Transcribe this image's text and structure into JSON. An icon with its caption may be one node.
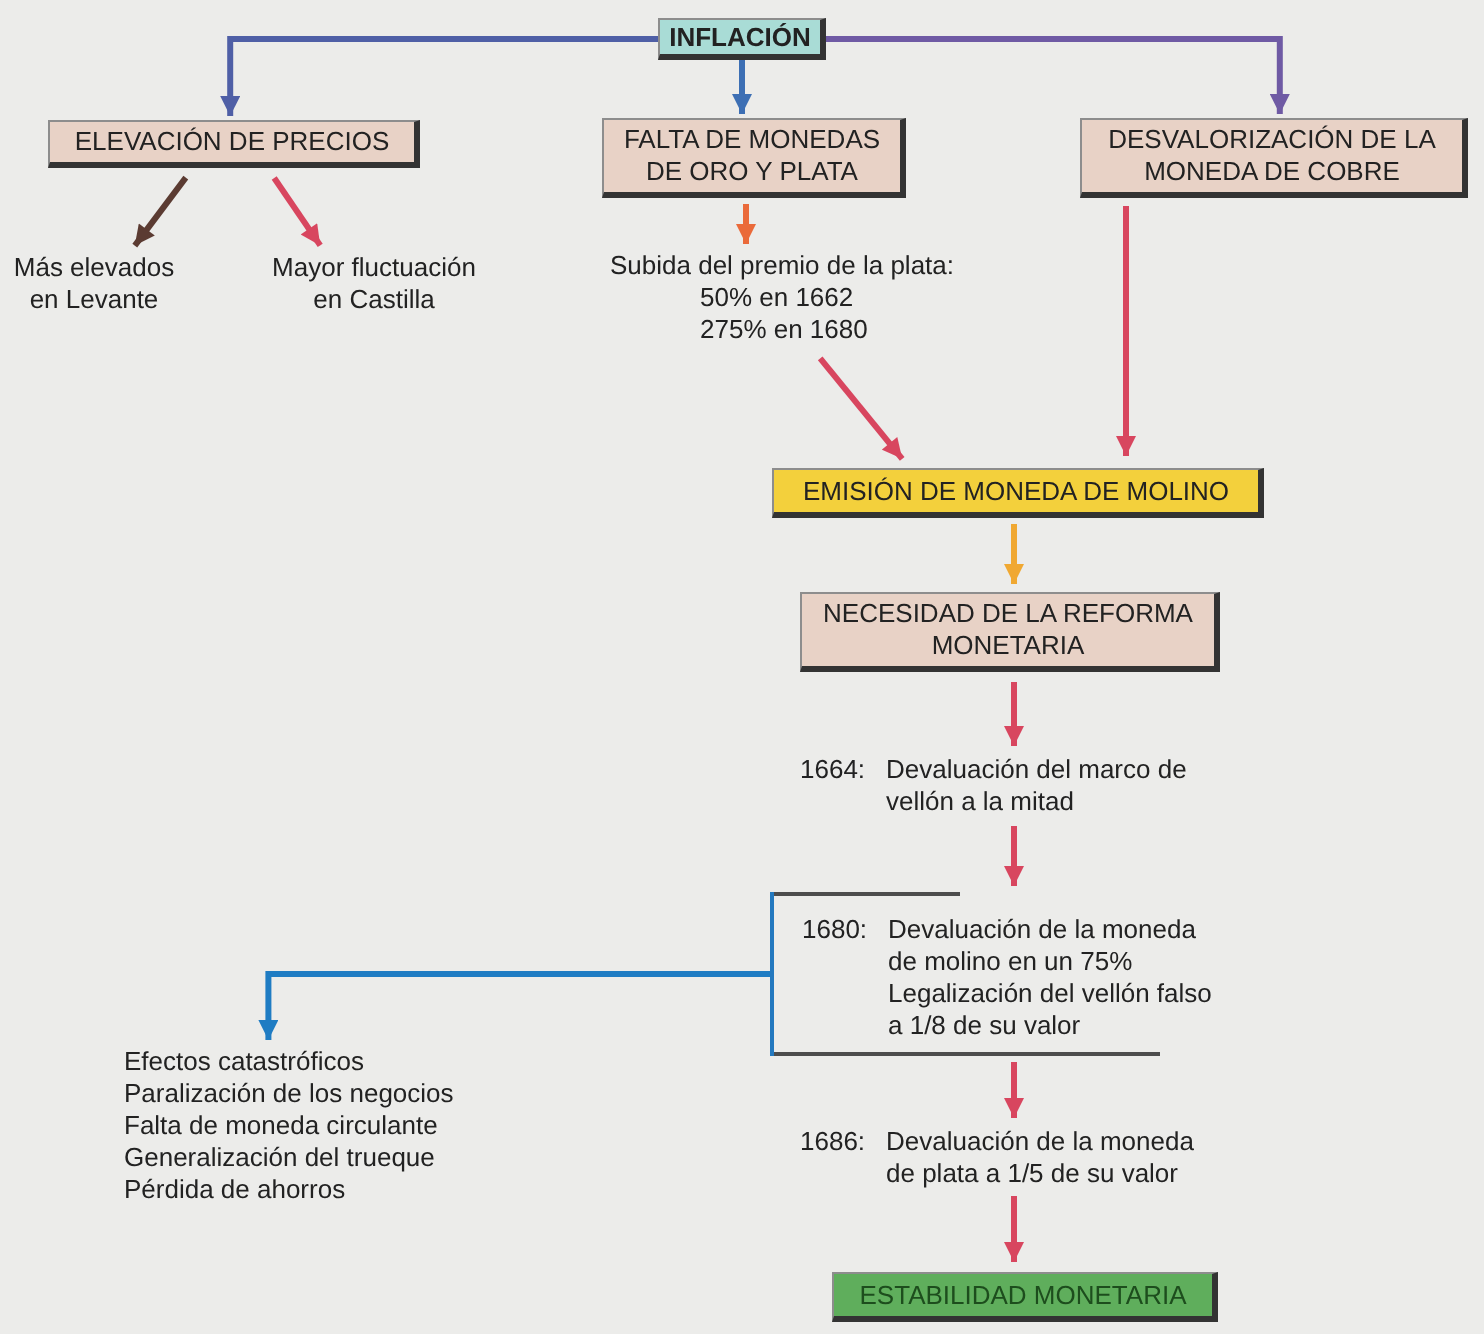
{
  "diagram": {
    "nodes": [
      {
        "text": [
          "INFLACIÓN"
        ]
      },
      {
        "text": [
          "ELEVACIÓN DE PRECIOS"
        ]
      },
      {
        "text": [
          "FALTA DE MONEDAS DE ORO Y PLATA"
        ]
      },
      {
        "text": [
          "DESVALORIZACIÓN DE LA MONEDA DE COBRE"
        ]
      },
      {
        "text": [
          "Más elevados en Levante"
        ]
      },
      {
        "text": [
          "Mayor fluctuación en Castilla"
        ]
      },
      {
        "text": [
          "Subida del premio de la plata:",
          "50% en 1662",
          "275% en 1680"
        ]
      },
      {
        "text": [
          "EMISIÓN DE MONEDA DE MOLINO"
        ]
      },
      {
        "text": [
          "NECESIDAD DE LA REFORMA MONETARIA"
        ]
      },
      {
        "text": [
          "1664:",
          "Devaluación del marco de vellón a la mitad"
        ]
      },
      {
        "text": [
          "1680:",
          "Devaluación de la moneda de molino en un 75%",
          "Legalización del vellón falso a 1/8 de su valor"
        ]
      },
      {
        "text": [
          "Efectos catastróficos",
          "Paralización de los negocios",
          "Falta de moneda circulante",
          "Generalización del trueque",
          "Pérdida de ahorros"
        ]
      },
      {
        "text": [
          "1686:",
          "Devaluación de la moneda de plata a 1/5 de su valor"
        ]
      },
      {
        "text": [
          "ESTABILIDAD MONETARIA"
        ]
      }
    ],
    "edges": [
      {
        "from": 0,
        "to": 1,
        "arrow": "to",
        "color": "#4f5fa6"
      },
      {
        "from": 0,
        "to": 2,
        "arrow": "to",
        "color": "#3d6fb4"
      },
      {
        "from": 0,
        "to": 3,
        "arrow": "to",
        "color": "#6f5aa4"
      },
      {
        "from": 1,
        "to": 4,
        "arrow": "to",
        "color": "#5b3b32"
      },
      {
        "from": 1,
        "to": 5,
        "arrow": "to"
      },
      {
        "from": 2,
        "to": 6,
        "arrow": "to",
        "color": "#ea6a3a"
      },
      {
        "from": 6,
        "to": 7,
        "arrow": "to"
      },
      {
        "from": 3,
        "to": 7,
        "arrow": "to"
      },
      {
        "from": 7,
        "to": 8,
        "arrow": "to",
        "color": "#f0a832"
      },
      {
        "from": 8,
        "to": 9,
        "arrow": "to"
      },
      {
        "from": 9,
        "to": 10,
        "arrow": "to"
      },
      {
        "from": 10,
        "to": 12,
        "arrow": "to"
      },
      {
        "from": 12,
        "to": 13,
        "arrow": "to"
      },
      {
        "from": 10,
        "to": 11,
        "arrow": "to",
        "color": "#1f7cc3"
      }
    ]
  }
}
